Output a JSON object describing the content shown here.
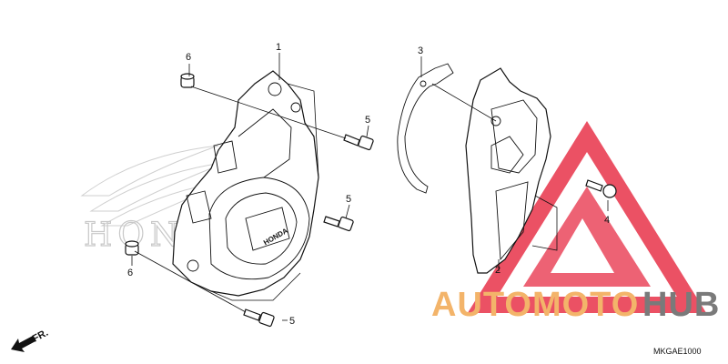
{
  "watermark": {
    "brand_part1": "AUTOMOTO",
    "brand_part2": "HUB",
    "brand_color1": "#f3b46a",
    "brand_color2": "#7a7a7a",
    "triangle_color": "#e8334a"
  },
  "background_logo": {
    "text": "HONDA"
  },
  "cover_logo": {
    "text": "HONDA"
  },
  "callouts": {
    "p1": "1",
    "p2": "2",
    "p3": "3",
    "p4": "4",
    "p5a": "5",
    "p5b": "5",
    "p5c": "5",
    "p6a": "6",
    "p6b": "6"
  },
  "direction": {
    "label": "FR.",
    "icon": "front-arrow-icon"
  },
  "part_code": "MKGAE1000"
}
